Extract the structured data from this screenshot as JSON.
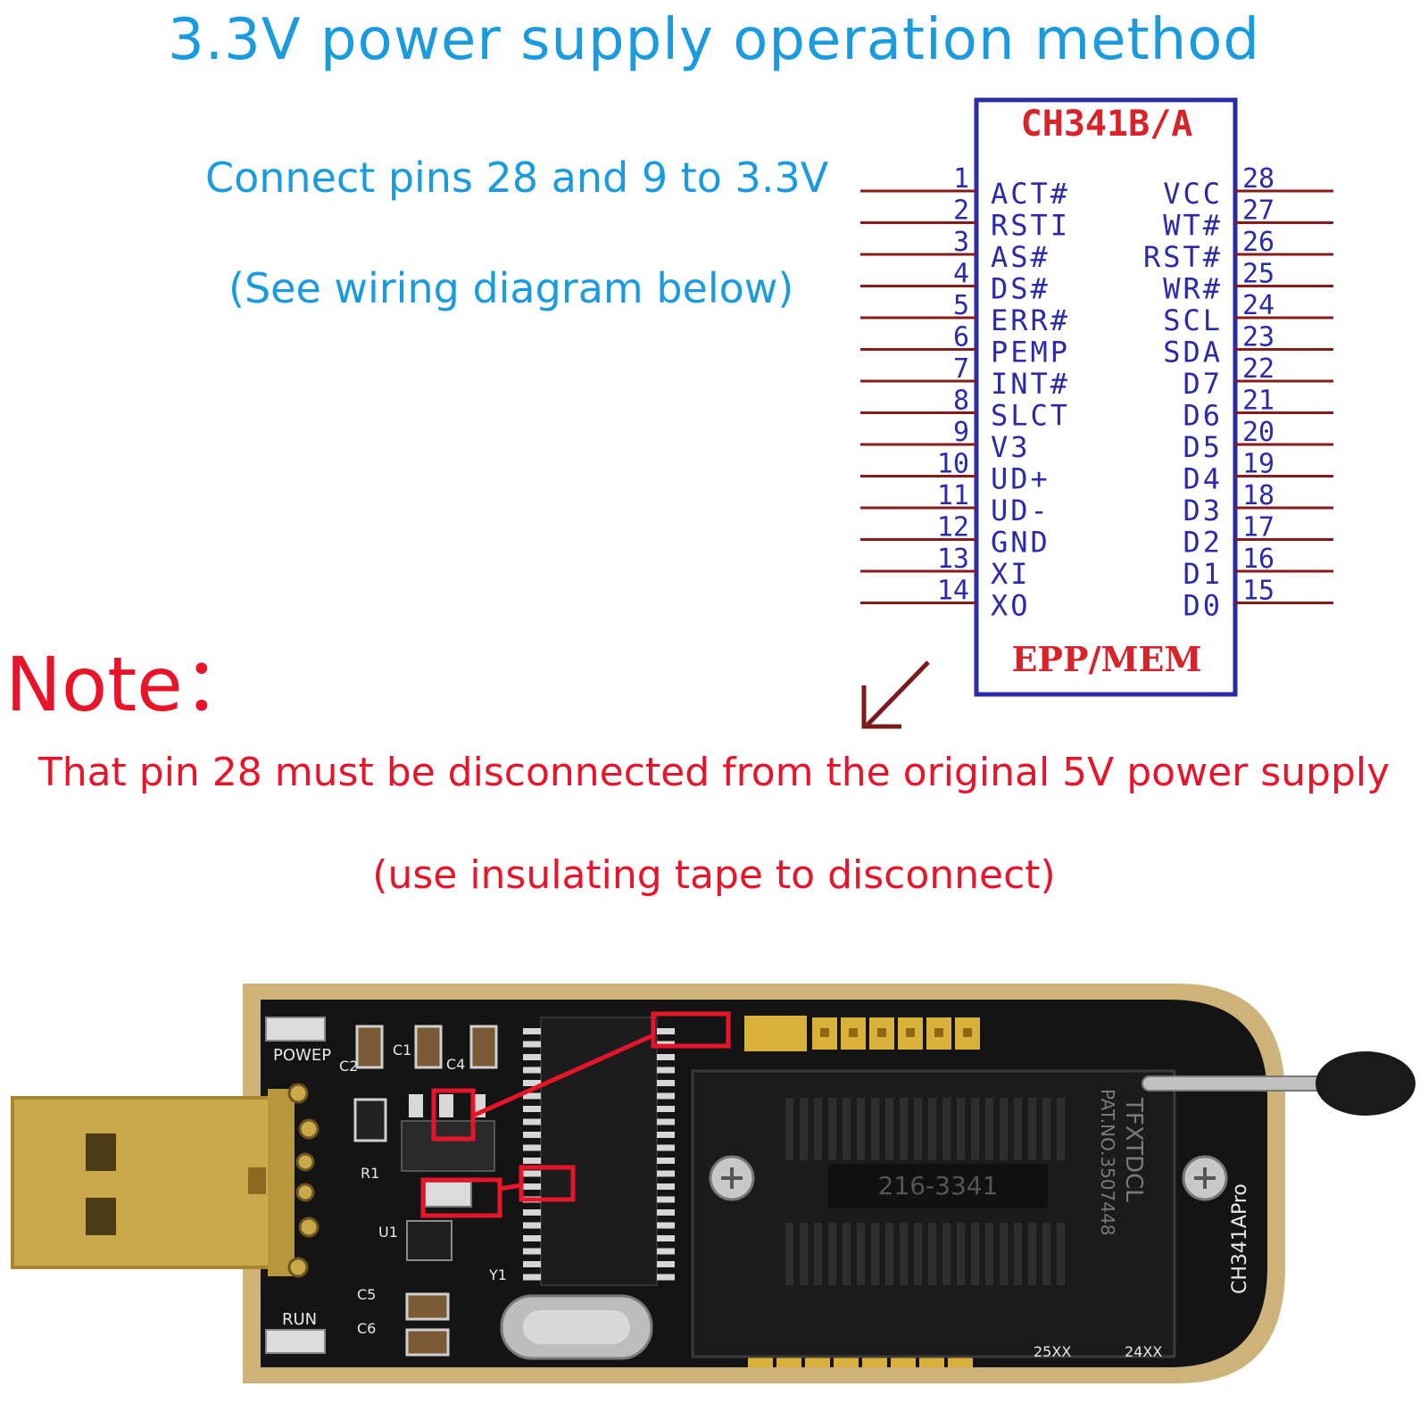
{
  "title": "3.3V power supply operation method",
  "instructions": {
    "line1": "Connect pins 28 and 9 to 3.3V",
    "line2": "(See wiring diagram below)"
  },
  "note": {
    "label": "Note：",
    "text": "That pin 28 must be disconnected from the original 5V power supply",
    "sub": "(use insulating tape to disconnect)"
  },
  "chip": {
    "name": "CH341B/A",
    "mode": "EPP/MEM",
    "left_pins": [
      {
        "num": "1",
        "label": "ACT#"
      },
      {
        "num": "2",
        "label": "RSTI"
      },
      {
        "num": "3",
        "label": "AS#"
      },
      {
        "num": "4",
        "label": "DS#"
      },
      {
        "num": "5",
        "label": "ERR#"
      },
      {
        "num": "6",
        "label": "PEMP"
      },
      {
        "num": "7",
        "label": "INT#"
      },
      {
        "num": "8",
        "label": "SLCT"
      },
      {
        "num": "9",
        "label": "V3"
      },
      {
        "num": "10",
        "label": "UD+"
      },
      {
        "num": "11",
        "label": "UD-"
      },
      {
        "num": "12",
        "label": "GND"
      },
      {
        "num": "13",
        "label": "XI"
      },
      {
        "num": "14",
        "label": "XO"
      }
    ],
    "right_pins": [
      {
        "num": "28",
        "label": "VCC"
      },
      {
        "num": "27",
        "label": "WT#"
      },
      {
        "num": "26",
        "label": "RST#"
      },
      {
        "num": "25",
        "label": "WR#"
      },
      {
        "num": "24",
        "label": "SCL"
      },
      {
        "num": "23",
        "label": "SDA"
      },
      {
        "num": "22",
        "label": "D7"
      },
      {
        "num": "21",
        "label": "D6"
      },
      {
        "num": "20",
        "label": "D5"
      },
      {
        "num": "19",
        "label": "D4"
      },
      {
        "num": "18",
        "label": "D3"
      },
      {
        "num": "17",
        "label": "D2"
      },
      {
        "num": "16",
        "label": "D1"
      },
      {
        "num": "15",
        "label": "D0"
      }
    ]
  },
  "board": {
    "silk": {
      "power": "POWEP",
      "run": "RUN",
      "c2": "C2",
      "c1": "C1",
      "c4": "C4",
      "r1": "R1",
      "u1": "U1",
      "c5": "C5",
      "c6": "C6",
      "y1": "Y1",
      "socket": "216-3341",
      "brand": "TFXTDCL",
      "patent": "PAT.NO.3507448",
      "model": "CH341APro",
      "left25": "25XX",
      "left24": "24XX"
    }
  },
  "colors": {
    "blue_text": "#1a9be0",
    "red_text": "#e8142a",
    "chip_box": "#2b2ba8",
    "chip_red": "#d8232a",
    "pin_line": "#8a1a1a"
  }
}
